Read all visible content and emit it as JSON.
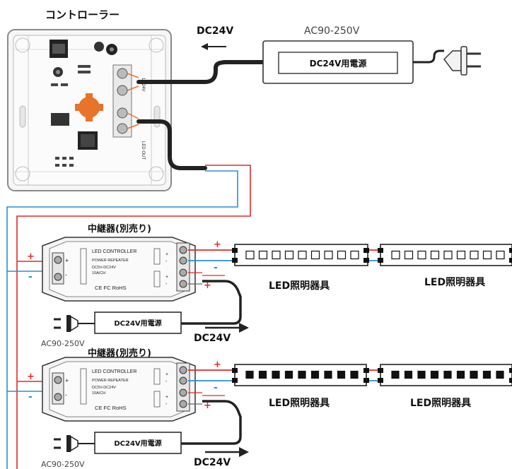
{
  "controller": {
    "title": "コントローラー"
  },
  "main_power": {
    "direction_label": "DC24V",
    "input_label": "AC90-250V",
    "box_label": "DC24V用電源"
  },
  "repeaters": [
    {
      "title": "中継器(別売り)",
      "body_title": "LED CONTROLLER",
      "body_line1": "POWER REPEATER",
      "body_line2": "DC5V-DC24V",
      "body_line3": "10A/CH",
      "certs": "CE FC RoHS",
      "plus": "+",
      "minus": "-",
      "power_box": "DC24V用電源",
      "power_input": "AC90-250V",
      "power_dir": "DC24V",
      "strip1_label": "LED照明器具",
      "strip2_label": "LED照明器具"
    },
    {
      "title": "中継器(別売り)",
      "body_title": "LED CONTROLLER",
      "body_line1": "POWER REPEATER",
      "body_line2": "DC5V-DC24V",
      "body_line3": "10A/CH",
      "certs": "CE FC RoHS",
      "plus": "+",
      "minus": "-",
      "power_box": "DC24V用電源",
      "power_input": "AC90-250V",
      "power_dir": "DC24V",
      "strip1_label": "LED照明器具",
      "strip2_label": "LED照明器具"
    }
  ],
  "wire_colors": {
    "positive": "#e02a2a",
    "negative": "#2a8fd0",
    "cable": "#222222",
    "knob": "#e8732a"
  }
}
